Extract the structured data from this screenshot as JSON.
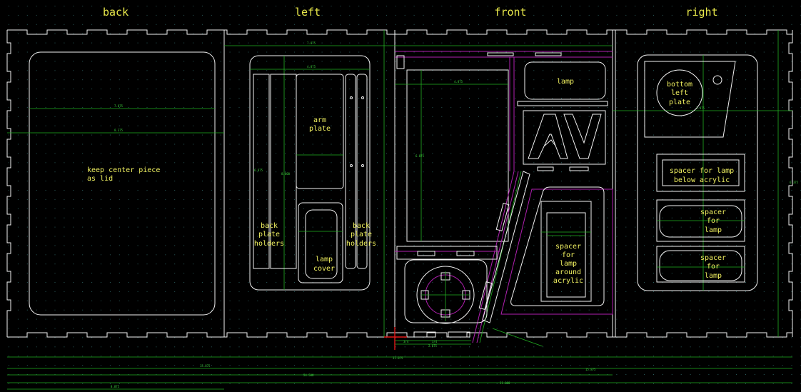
{
  "panels": [
    {
      "key": "back",
      "title": "back"
    },
    {
      "key": "left",
      "title": "left"
    },
    {
      "key": "front",
      "title": "front"
    },
    {
      "key": "right",
      "title": "right"
    }
  ],
  "labels": {
    "lid": [
      "keep center piece",
      "as lid"
    ],
    "arm_plate": [
      "arm",
      "plate"
    ],
    "back_plate_holders_left": [
      "back",
      "plate",
      "holders"
    ],
    "back_plate_holders_right": [
      "back",
      "plate",
      "holders"
    ],
    "lamp_cover": [
      "lamp",
      "cover"
    ],
    "lamp": [
      "lamp"
    ],
    "spacer_around_acrylic": [
      "spacer",
      "for",
      "lamp",
      "around",
      "acrylic"
    ],
    "bottom_left_plate": [
      "bottom",
      "left",
      "plate"
    ],
    "spacer_below_acrylic": [
      "spacer for lamp",
      "below acrylic"
    ],
    "spacer_for_lamp_1": [
      "spacer",
      "for",
      "lamp"
    ],
    "spacer_for_lamp_2": [
      "spacer",
      "for",
      "lamp"
    ]
  },
  "colors": {
    "background": "#000000",
    "grid": "#2a5a5a",
    "outline": "#f2f2f2",
    "dimension": "#22b022",
    "construction": "#b020b0",
    "origin": "#e01818",
    "text": "#f0f060"
  }
}
